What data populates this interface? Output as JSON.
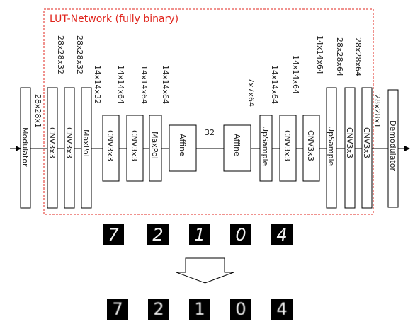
{
  "diagram": {
    "title": "LUT-Network (fully binary)",
    "input_blocks": [
      {
        "label": "Modulator"
      }
    ],
    "lut_blocks": [
      {
        "label": "CNV3x3"
      },
      {
        "label": "CNV3x3"
      },
      {
        "label": "MaxPol"
      },
      {
        "label": "CNV3x3"
      },
      {
        "label": "CNV3x3"
      },
      {
        "label": "MaxPol"
      },
      {
        "label": "Affine"
      },
      {
        "label": "Affine"
      },
      {
        "label": "UpSample"
      },
      {
        "label": "CNV3x3"
      },
      {
        "label": "CNV3x3"
      },
      {
        "label": "UpSample"
      },
      {
        "label": "CNV3x3"
      },
      {
        "label": "CNV3x3"
      }
    ],
    "output_blocks": [
      {
        "label": "Demodulator"
      }
    ],
    "dimension_labels": [
      "28x28x1",
      "28x28x32",
      "28x28x32",
      "14x14x32",
      "14x14x64",
      "14x14x64",
      "14x14x64",
      "32",
      "7x7x64",
      "14x14x64",
      "14x14x64",
      "14x14x64",
      "28x28x64",
      "28x28x64",
      "28x28x1"
    ]
  },
  "samples": {
    "input_digits": [
      "7",
      "2",
      "1",
      "0",
      "4"
    ],
    "output_digits": [
      "7",
      "2",
      "1",
      "0",
      "4"
    ]
  },
  "colors": {
    "lut_border": "#e0241c",
    "lut_title": "#e0241c",
    "stroke": "#000000",
    "digit_bg": "#000000",
    "digit_fg": "#f2f2f2"
  }
}
